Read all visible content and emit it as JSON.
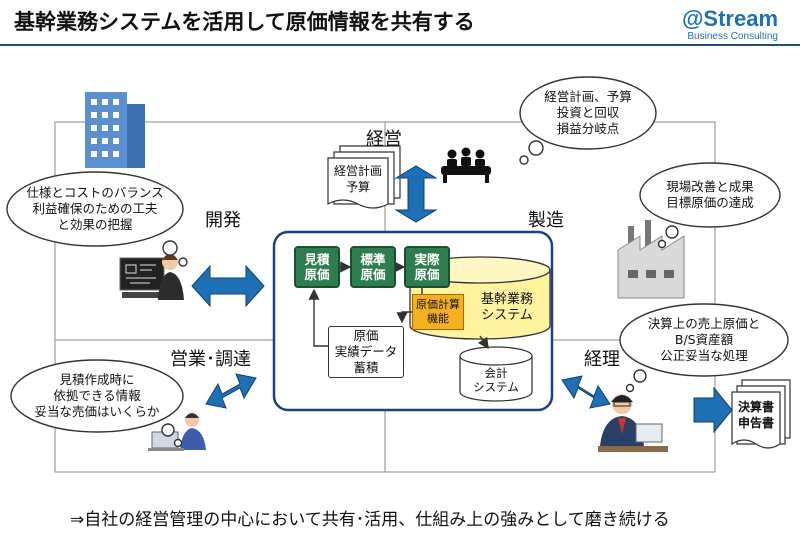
{
  "header": {
    "title": "基幹業務システムを活用して原価情報を共有する",
    "brand_name": "@Stream",
    "brand_sub": "Business Consulting"
  },
  "quadrants": {
    "top": "経営",
    "left": "開発",
    "right": "製造",
    "bottom_left": "営業･調達",
    "bottom_right": "経理"
  },
  "bubbles": {
    "management": [
      "経営計画、予算",
      "投資と回収",
      "損益分岐点"
    ],
    "development": [
      "仕様とコストのバランス",
      "利益確保のための工夫",
      "と効果の把握"
    ],
    "manufacturing": [
      "現場改善と成果",
      "目標原価の達成"
    ],
    "sales": [
      "見積作成時に",
      "依拠できる情報",
      "妥当な売価はいくらか"
    ],
    "accounting": [
      "決算上の売上原価と",
      "B/S資産額",
      "公正妥当な処理"
    ]
  },
  "documents": {
    "management_doc": [
      "経営計画",
      "予算"
    ],
    "accounting_doc": [
      "決算書",
      "申告書"
    ]
  },
  "center": {
    "cost_boxes": [
      [
        "見積",
        "原価"
      ],
      [
        "標準",
        "原価"
      ],
      [
        "実際",
        "原価"
      ]
    ],
    "calc_function": [
      "原価計算",
      "機能"
    ],
    "core_system": [
      "基幹業務",
      "システム"
    ],
    "cost_data": [
      "原価",
      "実績データ",
      "蓄積"
    ],
    "accounting_system": [
      "会計",
      "システム"
    ]
  },
  "footer": "⇒自社の経営管理の中心において共有･活用、仕組み上の強みとして磨き続ける",
  "colors": {
    "accent_blue": "#1f4e79",
    "arrow_blue": "#1f6fb5",
    "green": "#2e7d4f",
    "cylinder_yellow": "#fff3a0",
    "calc_orange": "#f5b020"
  }
}
